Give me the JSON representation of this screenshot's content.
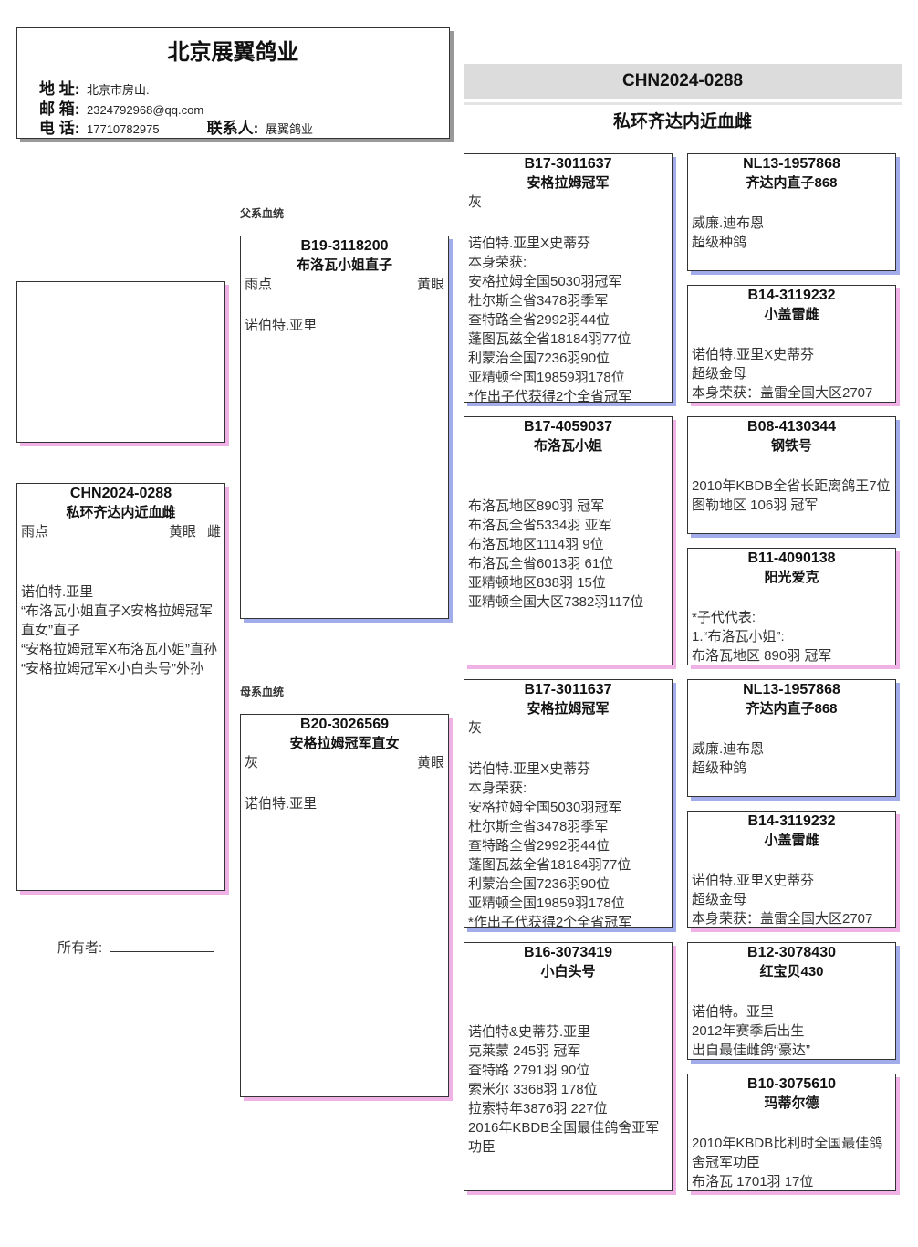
{
  "header": {
    "company": "北京展翼鸽业",
    "address_label": "地 址:",
    "address": "北京市房山.",
    "email_label": "邮 箱:",
    "email": "2324792968@qq.com",
    "phone_label": "电 话:",
    "phone": "17710782975",
    "contact_label": "联系人:",
    "contact": "展翼鸽业"
  },
  "title": {
    "ring": "CHN2024-0288",
    "name": "私环齐达内近血雌"
  },
  "labels": {
    "sire_line": "父系血统",
    "dam_line": "母系血统",
    "owner": "所有者:"
  },
  "colors": {
    "male_shadow": "#a3acea",
    "female_shadow": "#f0b2e6",
    "title_bar": "#dcdcdc"
  },
  "photo": {},
  "subject": {
    "ring": "CHN2024-0288",
    "name": "私环齐达内近血雌",
    "color": "雨点",
    "eye": "黄眼",
    "sex": "雌",
    "lines": [
      "诺伯特.亚里",
      "“布洛瓦小姐直子X安格拉姆冠军直女”直子",
      "“安格拉姆冠军X布洛瓦小姐”直孙",
      "“安格拉姆冠军X小白头号”外孙"
    ]
  },
  "sire": {
    "ring": "B19-3118200",
    "name": "布洛瓦小姐直子",
    "color": "雨点",
    "eye": "黄眼",
    "lines": [
      "诺伯特.亚里"
    ]
  },
  "dam": {
    "ring": "B20-3026569",
    "name": "安格拉姆冠军直女",
    "color": "灰",
    "eye": "黄眼",
    "lines": [
      "诺伯特.亚里"
    ]
  },
  "grandparents": [
    {
      "ring": "B17-3011637",
      "name": "安格拉姆冠军",
      "color": "灰",
      "lines": [
        "诺伯特.亚里X史蒂芬",
        "本身荣获:",
        "安格拉姆全国5030羽冠军",
        "杜尔斯全省3478羽季军",
        "查特路全省2992羽44位",
        "蓬图瓦兹全省18184羽77位",
        "利蒙治全国7236羽90位",
        "亚精顿全国19859羽178位",
        "*作出子代获得2个全省冠军"
      ]
    },
    {
      "ring": "B17-4059037",
      "name": "布洛瓦小姐",
      "color": "",
      "lines": [
        "布洛瓦地区890羽 冠军",
        "布洛瓦全省5334羽 亚军",
        "布洛瓦地区1114羽 9位",
        "布洛瓦全省6013羽 61位",
        "亚精顿地区838羽 15位",
        "亚精顿全国大区7382羽117位"
      ]
    },
    {
      "ring": "B17-3011637",
      "name": "安格拉姆冠军",
      "color": "灰",
      "lines": [
        "诺伯特.亚里X史蒂芬",
        "本身荣获:",
        "安格拉姆全国5030羽冠军",
        "杜尔斯全省3478羽季军",
        "查特路全省2992羽44位",
        "蓬图瓦兹全省18184羽77位",
        "利蒙治全国7236羽90位",
        "亚精顿全国19859羽178位",
        "*作出子代获得2个全省冠军"
      ]
    },
    {
      "ring": "B16-3073419",
      "name": "小白头号",
      "color": "",
      "lines": [
        "诺伯特&史蒂芬.亚里",
        "克莱蒙 245羽 冠军",
        "查特路 2791羽 90位",
        "索米尔 3368羽 178位",
        "拉索特年3876羽 227位",
        "2016年KBDB全国最佳鸽舍亚军功臣"
      ]
    }
  ],
  "great_grandparents": [
    {
      "ring": "NL13-1957868",
      "name": "齐达内直子868",
      "lines": [
        "威廉.迪布恩",
        "超级种鸽"
      ]
    },
    {
      "ring": "B14-3119232",
      "name": "小盖雷雌",
      "lines": [
        "诺伯特.亚里X史蒂芬",
        "超级金母",
        "本身荣获：盖雷全国大区2707"
      ]
    },
    {
      "ring": "B08-4130344",
      "name": "钢铁号",
      "lines": [
        "2010年KBDB全省长距离鸽王7位",
        "图勒地区 106羽 冠军"
      ]
    },
    {
      "ring": "B11-4090138",
      "name": "阳光爱克",
      "lines": [
        "*子代代表:",
        "1.“布洛瓦小姐”:",
        "布洛瓦地区 890羽 冠军"
      ]
    },
    {
      "ring": "NL13-1957868",
      "name": "齐达内直子868",
      "lines": [
        "威廉.迪布恩",
        "超级种鸽"
      ]
    },
    {
      "ring": "B14-3119232",
      "name": "小盖雷雌",
      "lines": [
        "诺伯特.亚里X史蒂芬",
        "超级金母",
        "本身荣获：盖雷全国大区2707"
      ]
    },
    {
      "ring": "B12-3078430",
      "name": "红宝贝430",
      "lines": [
        "诺伯特。亚里",
        "2012年赛季后出生",
        "出自最佳雌鸽“豪达”"
      ]
    },
    {
      "ring": "B10-3075610",
      "name": "玛蒂尔德",
      "lines": [
        "2010年KBDB比利时全国最佳鸽舍冠军功臣",
        "布洛瓦 1701羽 17位"
      ]
    }
  ]
}
